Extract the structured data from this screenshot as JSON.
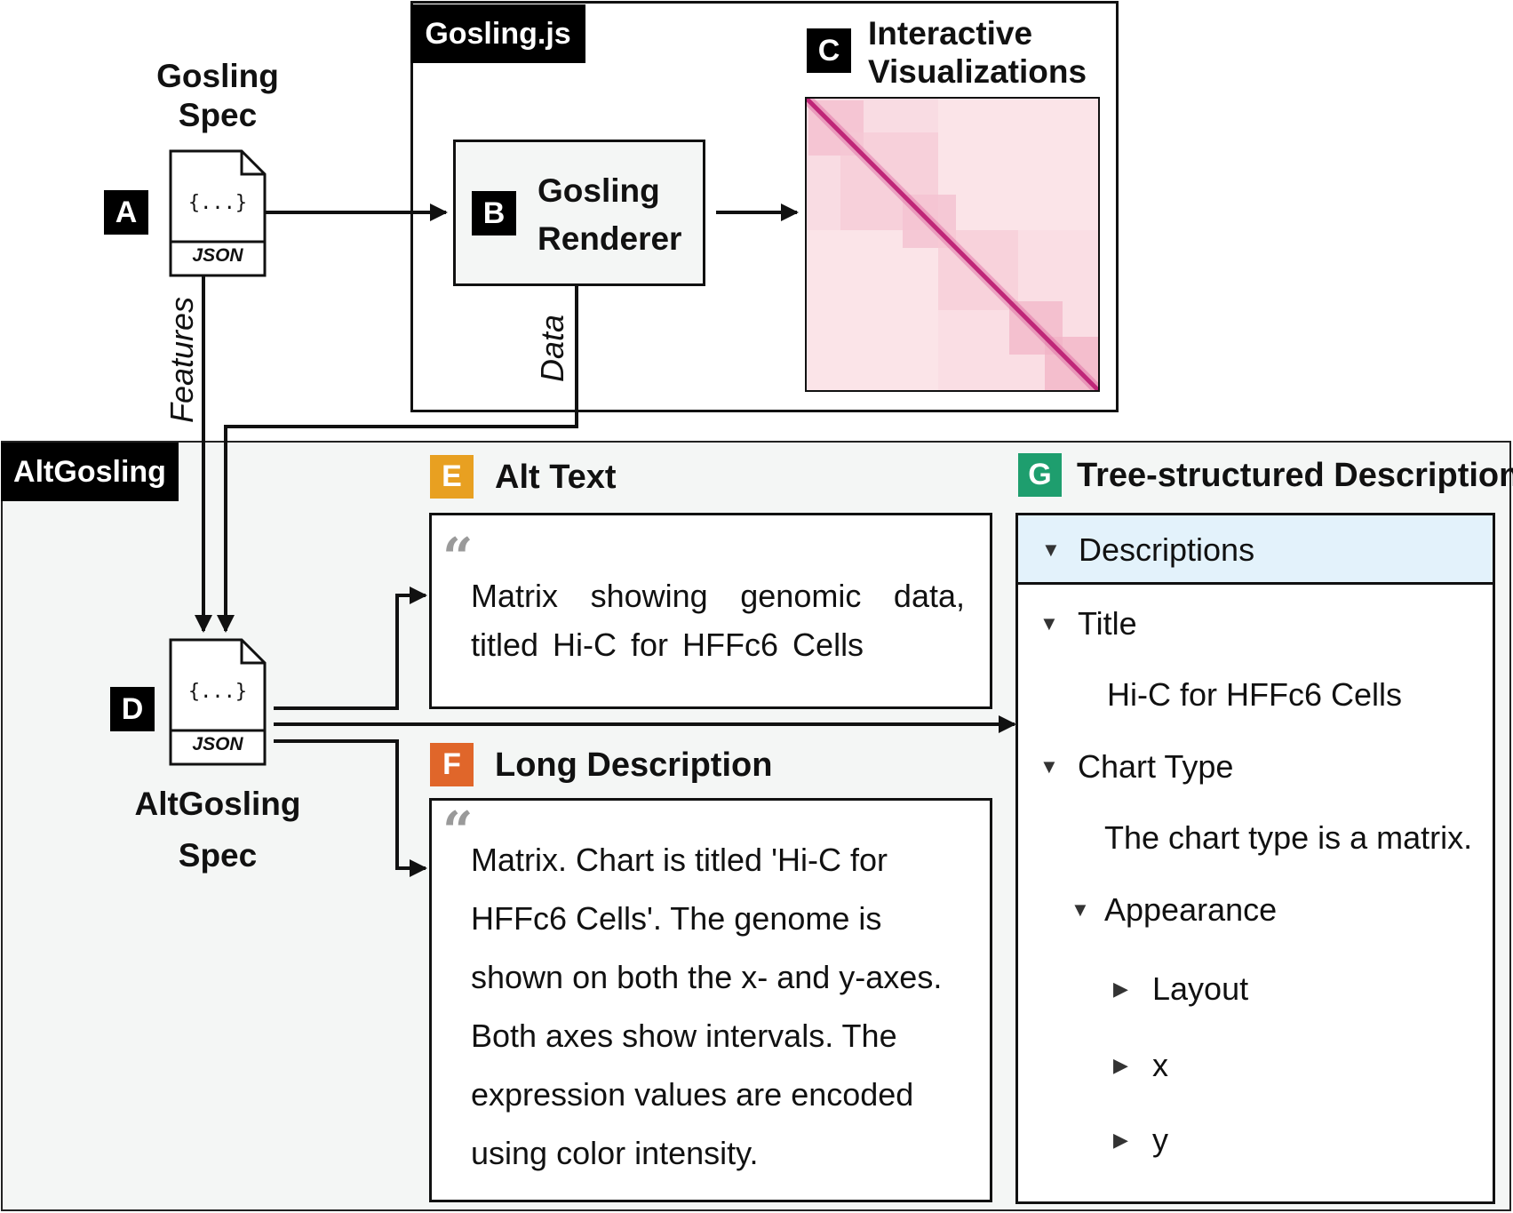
{
  "gosling_spec": {
    "title_line1": "Gosling",
    "title_line2": "Spec",
    "badge": "A",
    "symbol": "{...}",
    "format": "JSON"
  },
  "gosling_js": {
    "label": "Gosling.js"
  },
  "renderer": {
    "badge": "B",
    "label_line1": "Gosling",
    "label_line2": "Renderer"
  },
  "visualization": {
    "badge": "C",
    "label_line1": "Interactive",
    "label_line2": "Visualizations"
  },
  "edges": {
    "features": "Features",
    "data": "Data"
  },
  "altgosling": {
    "label": "AltGosling"
  },
  "altgosling_spec": {
    "badge": "D",
    "symbol": "{...}",
    "format": "JSON",
    "title_line1": "AltGosling",
    "title_line2": "Spec"
  },
  "alt_text": {
    "badge": "E",
    "badge_color": "#E8A021",
    "title": "Alt Text",
    "quote": "“",
    "text": "Matrix showing genomic data, titled Hi-C for HFFc6 Cells"
  },
  "long_description": {
    "badge": "F",
    "badge_color": "#E0662A",
    "title": "Long Description",
    "quote": "“",
    "text": "Matrix. Chart is titled 'Hi-C for HFFc6 Cells'. The genome is shown on both the x- and y-axes. Both axes show intervals. The expression values are encoded using color intensity."
  },
  "tree": {
    "badge": "G",
    "badge_color": "#1E9E6E",
    "title": "Tree-structured Description",
    "header_bg": "#E3F2FB",
    "header": "Descriptions",
    "items": [
      {
        "label": "Title"
      },
      {
        "label": "Hi-C for HFFc6 Cells"
      },
      {
        "label": "Chart Type"
      },
      {
        "label": "The chart type is a matrix."
      },
      {
        "label": "Appearance"
      },
      {
        "label": "Layout"
      },
      {
        "label": "x"
      },
      {
        "label": "y"
      }
    ]
  },
  "icons": {
    "expanded_caret": "caret-down-icon",
    "collapsed_caret": "caret-right-icon",
    "document": "document-icon",
    "heatmap": "heatmap-icon"
  },
  "colors": {
    "heatmap_background": "#FBE4E8",
    "heatmap_domain": "#F2B6C8",
    "heatmap_diagonal": "#B3146A",
    "panel_background": "#F4F6F5"
  }
}
